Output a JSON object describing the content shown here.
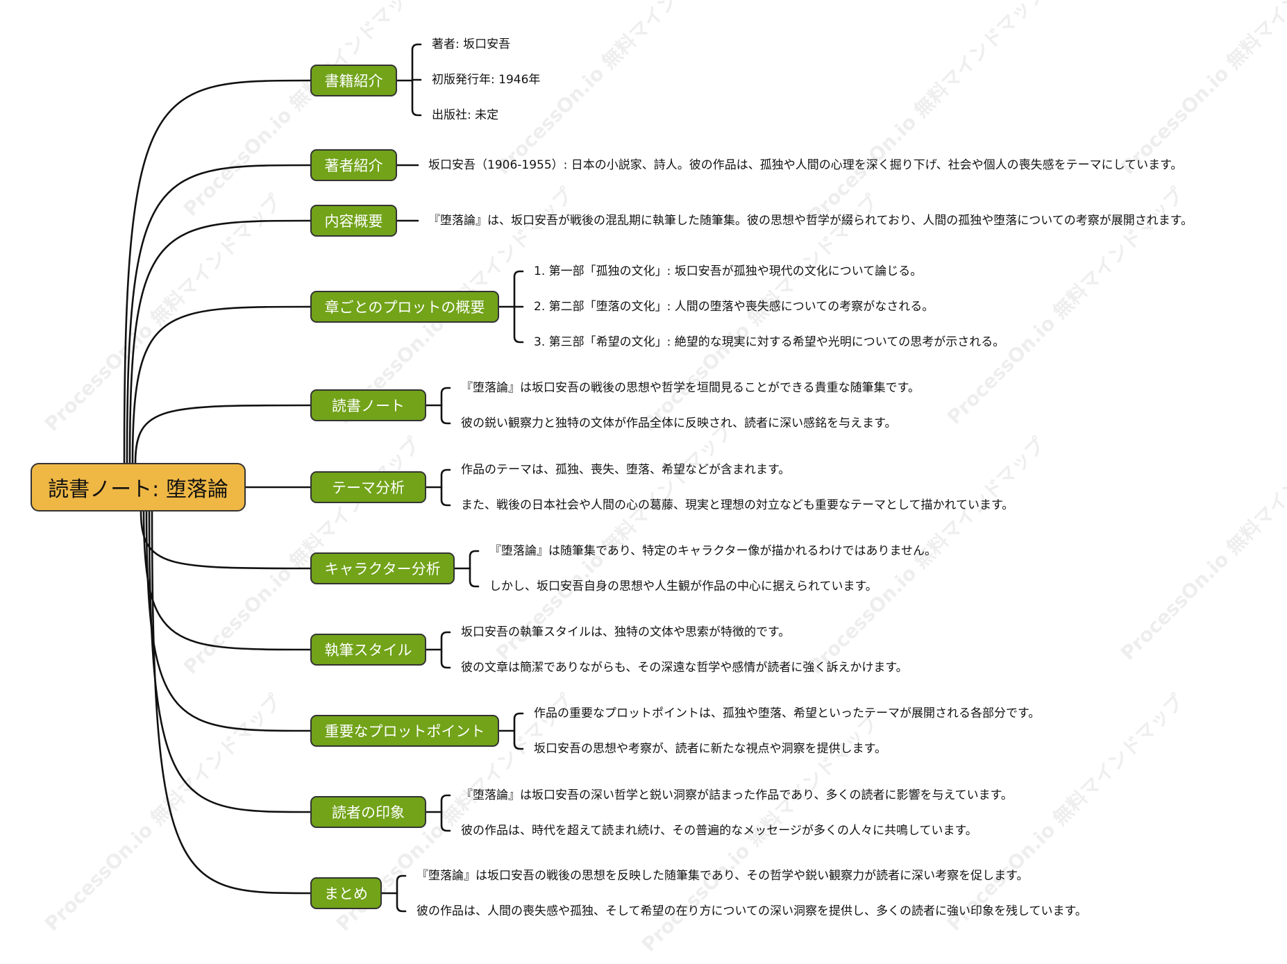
{
  "watermark_text": "ProcessOn.io 無料マインドマップ",
  "root": {
    "label": "読書ノート: 堕落論"
  },
  "branches": [
    {
      "label": "書籍紹介",
      "items": [
        "著者: 坂口安吾",
        "初版発行年: 1946年",
        "出版社: 未定"
      ]
    },
    {
      "label": "著者紹介",
      "items": [
        "坂口安吾（1906-1955）: 日本の小説家、詩人。彼の作品は、孤独や人間の心理を深く掘り下げ、社会や個人の喪失感をテーマにしています。"
      ]
    },
    {
      "label": "内容概要",
      "items": [
        "『堕落論』は、坂口安吾が戦後の混乱期に執筆した随筆集。彼の思想や哲学が綴られており、人間の孤独や堕落についての考察が展開されます。"
      ]
    },
    {
      "label": "章ごとのプロットの概要",
      "items": [
        "1. 第一部「孤独の文化」: 坂口安吾が孤独や現代の文化について論じる。",
        "2. 第二部「堕落の文化」: 人間の堕落や喪失感についての考察がなされる。",
        "3. 第三部「希望の文化」: 絶望的な現実に対する希望や光明についての思考が示される。"
      ]
    },
    {
      "label": "読書ノート",
      "items": [
        "『堕落論』は坂口安吾の戦後の思想や哲学を垣間見ることができる貴重な随筆集です。",
        "彼の鋭い観察力と独特の文体が作品全体に反映され、読者に深い感銘を与えます。"
      ]
    },
    {
      "label": "テーマ分析",
      "items": [
        "作品のテーマは、孤独、喪失、堕落、希望などが含まれます。",
        "また、戦後の日本社会や人間の心の葛藤、現実と理想の対立なども重要なテーマとして描かれています。"
      ]
    },
    {
      "label": "キャラクター分析",
      "items": [
        "『堕落論』は随筆集であり、特定のキャラクター像が描かれるわけではありません。",
        "しかし、坂口安吾自身の思想や人生観が作品の中心に据えられています。"
      ]
    },
    {
      "label": "執筆スタイル",
      "items": [
        "坂口安吾の執筆スタイルは、独特の文体や思索が特徴的です。",
        "彼の文章は簡潔でありながらも、その深遠な哲学や感情が読者に強く訴えかけます。"
      ]
    },
    {
      "label": "重要なプロットポイント",
      "items": [
        "作品の重要なプロットポイントは、孤独や堕落、希望といったテーマが展開される各部分です。",
        "坂口安吾の思想や考察が、読者に新たな視点や洞察を提供します。"
      ]
    },
    {
      "label": "読者の印象",
      "items": [
        "『堕落論』は坂口安吾の深い哲学と鋭い洞察が詰まった作品であり、多くの読者に影響を与えています。",
        "彼の作品は、時代を超えて読まれ続け、その普遍的なメッセージが多くの人々に共鳴しています。"
      ]
    },
    {
      "label": "まとめ",
      "items": [
        "『堕落論』は坂口安吾の戦後の思想を反映した随筆集であり、その哲学や鋭い観察力が読者に深い考察を促します。",
        "彼の作品は、人間の喪失感や孤独、そして希望の在り方についての深い洞察を提供し、多くの読者に強い印象を残しています。"
      ]
    }
  ]
}
